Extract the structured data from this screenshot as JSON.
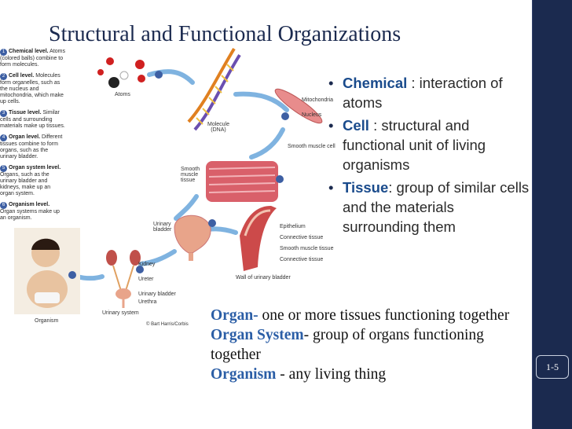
{
  "slide": {
    "title": "Structural and Functional Organizations",
    "page_number": "1-5"
  },
  "figure": {
    "legend": [
      {
        "num": "1",
        "head": "Chemical level.",
        "text": "Atoms (colored balls) combine to form molecules."
      },
      {
        "num": "2",
        "head": "Cell level.",
        "text": "Molecules form organelles, such as the nucleus and mitochondria, which make up cells."
      },
      {
        "num": "3",
        "head": "Tissue level.",
        "text": "Similar cells and surrounding materials make up tissues."
      },
      {
        "num": "4",
        "head": "Organ level.",
        "text": "Different tissues combine to form organs, such as the urinary bladder."
      },
      {
        "num": "5",
        "head": "Organ system level.",
        "text": "Organs, such as the urinary bladder and kidneys, make up an organ system."
      },
      {
        "num": "6",
        "head": "Organism level.",
        "text": "Organ systems make up an organism."
      }
    ],
    "labels": {
      "atoms": "Atoms",
      "molecule": "Molecule (DNA)",
      "mitochondria": "Mitochondria",
      "nucleus": "Nucleus",
      "smooth_muscle_cell": "Smooth muscle cell",
      "smooth_muscle_tissue": "Smooth muscle tissue",
      "urinary_bladder": "Urinary bladder",
      "epithelium": "Epithelium",
      "connective_tissue_1": "Connective tissue",
      "smooth_muscle_tissue_2": "Smooth muscle tissue",
      "connective_tissue_2": "Connective tissue",
      "wall_of_bladder": "Wall of urinary bladder",
      "kidney": "Kidney",
      "ureter": "Ureter",
      "urinary_bladder_2": "Urinary bladder",
      "urethra": "Urethra",
      "urinary_system": "Urinary system",
      "organism": "Organism",
      "credit": "© Bart Harris/Corbis"
    }
  },
  "bullets": [
    {
      "term": "Chemical",
      "text": " : interaction of atoms"
    },
    {
      "term": "Cell",
      "text": " : structural and functional unit of living organisms"
    },
    {
      "term": "Tissue",
      "text": ": group of similar cells and the materials surrounding them"
    }
  ],
  "definitions": [
    {
      "term": "Organ-",
      "text": " one or more tissues functioning together"
    },
    {
      "term": "Organ System",
      "text": "-  group of organs functioning together"
    },
    {
      "term": "Organism",
      "text": " -  any living thing"
    }
  ],
  "colors": {
    "sidebar": "#1b2a4f",
    "title": "#1b2a4f",
    "bullet_term": "#1a4b8c",
    "definition_term": "#2b5ea6"
  }
}
